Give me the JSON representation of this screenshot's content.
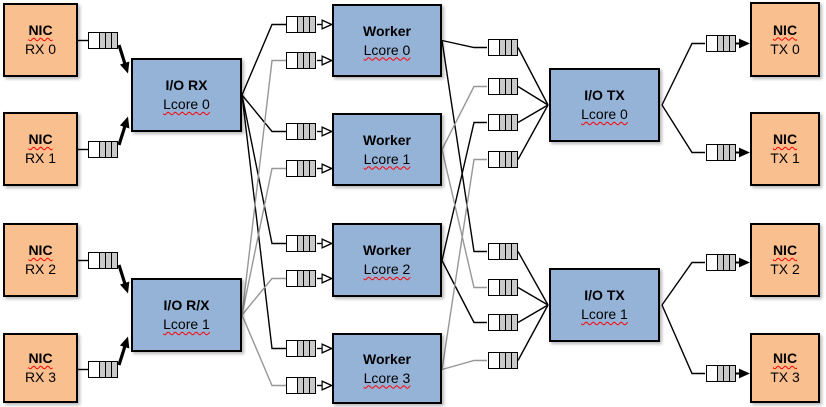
{
  "colors": {
    "nic_fill": "#FABF8F",
    "core_fill": "#95B3D7",
    "line_black": "#000000",
    "line_gray": "#979797",
    "squiggle": "#FF0000",
    "queue_bar": "#C9C9C9"
  },
  "nic_rx": [
    {
      "title": "NIC",
      "port": "RX 0"
    },
    {
      "title": "NIC",
      "port": "RX 1"
    },
    {
      "title": "NIC",
      "port": "RX 2"
    },
    {
      "title": "NIC",
      "port": "RX 3"
    }
  ],
  "io_rx": [
    {
      "title": "I/O RX",
      "lcore": "Lcore 0"
    },
    {
      "title": "I/O R/X",
      "lcore": "Lcore 1"
    }
  ],
  "workers": [
    {
      "title": "Worker",
      "lcore": "Lcore 0"
    },
    {
      "title": "Worker",
      "lcore": "Lcore 1"
    },
    {
      "title": "Worker",
      "lcore": "Lcore 2"
    },
    {
      "title": "Worker",
      "lcore": "Lcore 3"
    }
  ],
  "io_tx": [
    {
      "title": "I/O TX",
      "lcore": "Lcore 0"
    },
    {
      "title": "I/O TX",
      "lcore": "Lcore 1"
    }
  ],
  "nic_tx": [
    {
      "title": "NIC",
      "port": "TX 0"
    },
    {
      "title": "NIC",
      "port": "TX 1"
    },
    {
      "title": "NIC",
      "port": "TX 2"
    },
    {
      "title": "NIC",
      "port": "TX 3"
    }
  ]
}
